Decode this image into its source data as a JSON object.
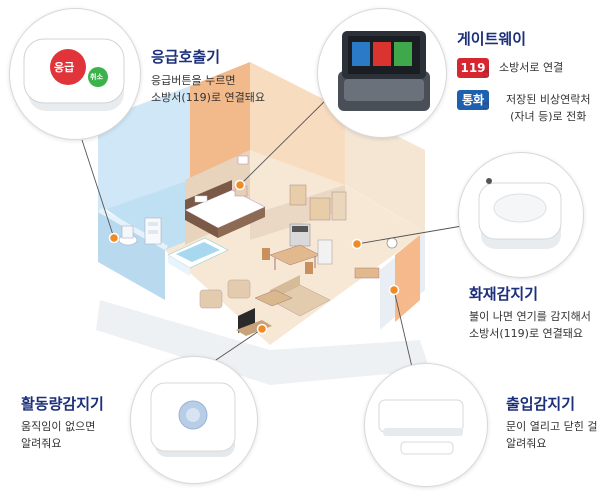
{
  "emergency_call": {
    "title": "응급호출기",
    "desc_line1": "응급버튼을 누르면",
    "desc_line2": "소방서(119)로 연결돼요",
    "button_red_text": "응급",
    "button_green_text": "취소"
  },
  "gateway": {
    "title": "게이트웨이",
    "badge_119": "119",
    "badge_119_label": "소방서로 연결",
    "badge_call": "통화",
    "badge_call_line1": "저장된 비상연락처",
    "badge_call_line2": "(자녀 등)로 전화"
  },
  "fire_detector": {
    "title": "화재감지기",
    "desc_line1": "불이 나면 연기를 감지해서",
    "desc_line2": "소방서(119)로 연결돼요"
  },
  "activity_sensor": {
    "title": "활동량감지기",
    "desc_line1": "움직임이 없으면",
    "desc_line2": "알려줘요"
  },
  "door_sensor": {
    "title": "출입감지기",
    "desc_line1": "문이 열리고 닫힌 걸",
    "desc_line2": "알려줘요"
  },
  "colors": {
    "title_navy": "#1c2f7a",
    "badge_red": "#d7262f",
    "badge_blue": "#1f5fb0",
    "marker_orange": "#f08a24"
  }
}
